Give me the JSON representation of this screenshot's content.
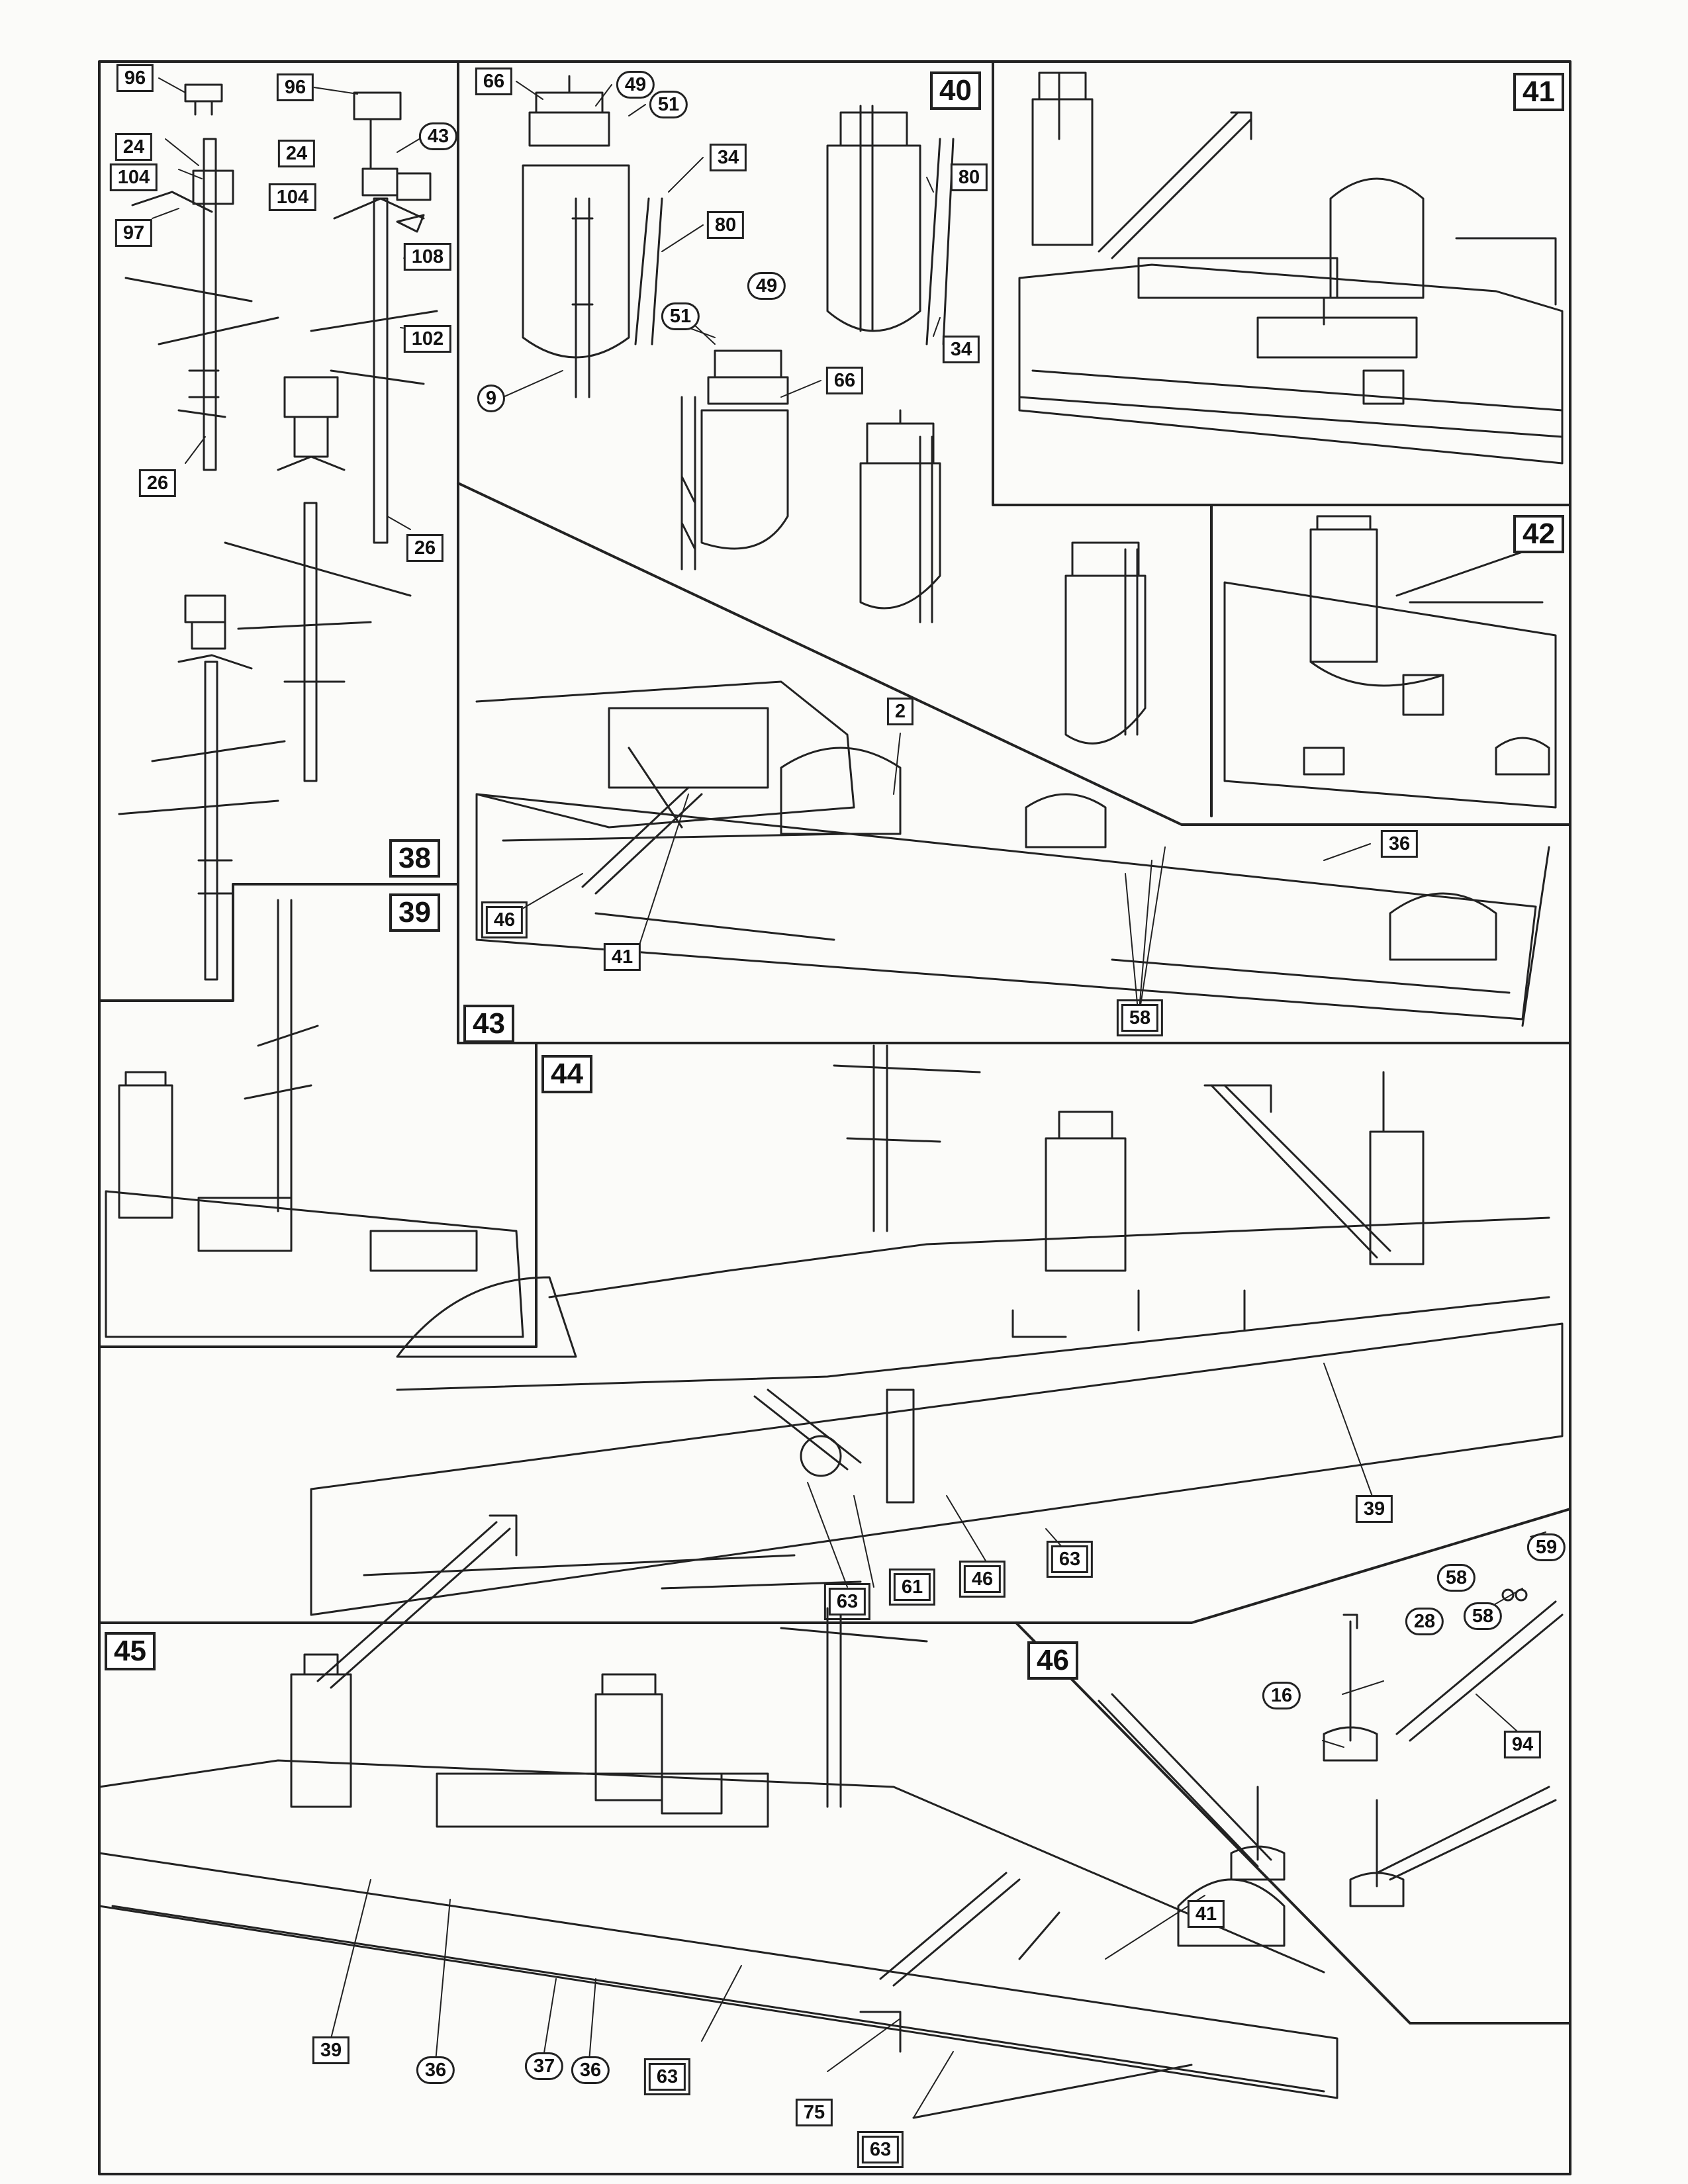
{
  "steps": [
    "38",
    "39",
    "40",
    "41",
    "42",
    "43",
    "44",
    "45",
    "46"
  ],
  "parts": {
    "p96a": "96",
    "p96b": "96",
    "p43": "43",
    "p24a": "24",
    "p24b": "24",
    "p104a": "104",
    "p104b": "104",
    "p97": "97",
    "p108": "108",
    "p102": "102",
    "p26a": "26",
    "p26b": "26",
    "p66a": "66",
    "p49a": "49",
    "p51a": "51",
    "p34a": "34",
    "p80a": "80",
    "p9": "9",
    "p49b": "49",
    "p51b": "51",
    "p66b": "66",
    "p80b": "80",
    "p34b": "34",
    "p2": "2",
    "p36a": "36",
    "p46a": "46",
    "p41a": "41",
    "p58a": "58",
    "p39a": "39",
    "p63a": "63",
    "p46b": "46",
    "p61": "61",
    "p63b": "63",
    "p59": "59",
    "p58b": "58",
    "p58c": "58",
    "p28": "28",
    "p16": "16",
    "p94": "94",
    "p41b": "41",
    "p39b": "39",
    "p36b": "36",
    "p37": "37",
    "p36c": "36",
    "p63c": "63",
    "p75": "75",
    "p63d": "63"
  },
  "colors": {
    "ink": "#222222",
    "paper": "#fbfbf9"
  }
}
